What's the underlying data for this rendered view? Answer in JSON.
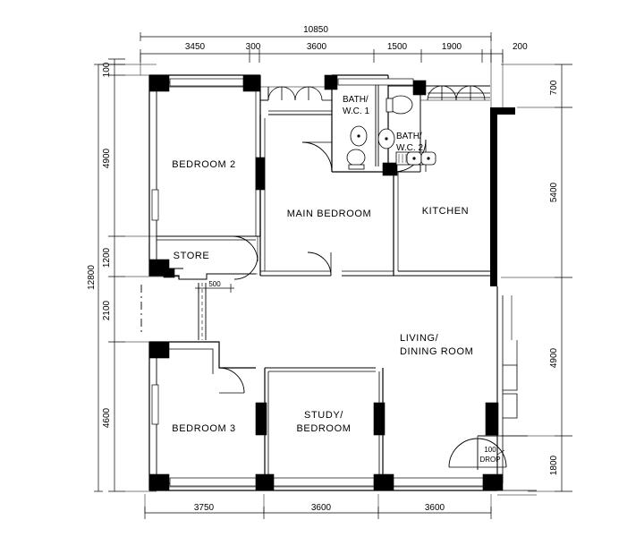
{
  "plan": {
    "title": "Residential Floor Plan",
    "units": "mm",
    "colors": {
      "line": "#000000",
      "column_fill": "#000000",
      "background": "#ffffff",
      "wall_fill": "#ffffff"
    },
    "rooms": [
      {
        "id": "bedroom-2",
        "label_lines": [
          "BEDROOM  2"
        ]
      },
      {
        "id": "store",
        "label_lines": [
          "STORE"
        ]
      },
      {
        "id": "bath-wc-1",
        "label_lines": [
          "BATH/",
          "W.C.  1"
        ]
      },
      {
        "id": "bath-wc-2",
        "label_lines": [
          "BATH/",
          "W.C.  2"
        ]
      },
      {
        "id": "main-bedroom",
        "label_lines": [
          "MAIN  BEDROOM"
        ]
      },
      {
        "id": "kitchen",
        "label_lines": [
          "KITCHEN"
        ]
      },
      {
        "id": "living-dining",
        "label_lines": [
          "LIVING/",
          "DINING  ROOM"
        ]
      },
      {
        "id": "bedroom-3",
        "label_lines": [
          "BEDROOM  3"
        ]
      },
      {
        "id": "study-bedroom",
        "label_lines": [
          "STUDY/",
          "BEDROOM"
        ]
      }
    ],
    "annotations": [
      {
        "id": "entry-drop",
        "lines": [
          "100",
          "DROP"
        ]
      },
      {
        "id": "duct-width",
        "text": "500"
      }
    ],
    "dimensions": {
      "top_overall": "10850",
      "top_chain": [
        "3450",
        "300",
        "3600",
        "1500",
        "1900",
        "200"
      ],
      "left_overall": "12800",
      "left_chain": [
        "100",
        "4900",
        "1200",
        "2100",
        "4600"
      ],
      "right_chain": [
        "700",
        "5400",
        "4900",
        "1800"
      ],
      "bottom_chain": [
        "3750",
        "3600",
        "3600"
      ]
    }
  }
}
